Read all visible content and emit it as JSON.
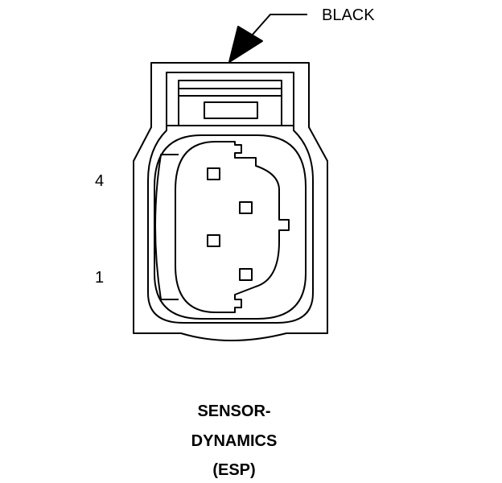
{
  "callout": {
    "label": "BLACK"
  },
  "pins": {
    "pin_4": "4",
    "pin_1": "1"
  },
  "caption": {
    "line1": "SENSOR-",
    "line2": "DYNAMICS",
    "line3": "(ESP)"
  },
  "colors": {
    "stroke": "#000000",
    "background": "#ffffff"
  }
}
